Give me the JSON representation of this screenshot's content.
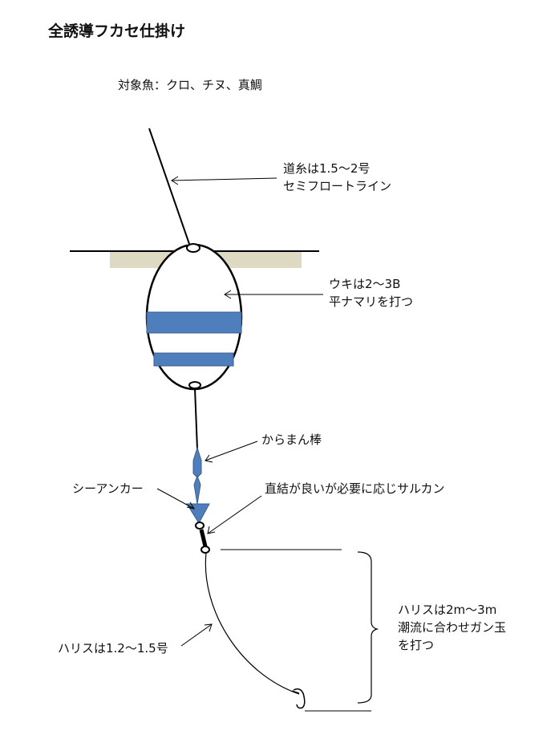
{
  "title": "全誘導フカセ仕掛け",
  "target_fish": "対象魚：クロ、チヌ、真鯛",
  "labels": {
    "main_line": [
      "道糸は1.5～2号",
      "セミフロートライン"
    ],
    "float": [
      "ウキは2～3B",
      "平ナマリを打つ"
    ],
    "swivel_rod": "からまん棒",
    "sea_anchor": "シーアンカー",
    "connection": "直結が良いが必要に応じサルカン",
    "leader": "ハリスは1.2～1.5号",
    "leader_length": [
      "ハリスは2m～3m",
      "潮流に合わせガン玉",
      "を打つ"
    ]
  },
  "colors": {
    "float_band": "#4f7ebd",
    "float_band_border": "#3b5f8f",
    "anchor": "#4f7ebd",
    "water_surface_fill": "#ddd9c3",
    "line": "#000000"
  }
}
